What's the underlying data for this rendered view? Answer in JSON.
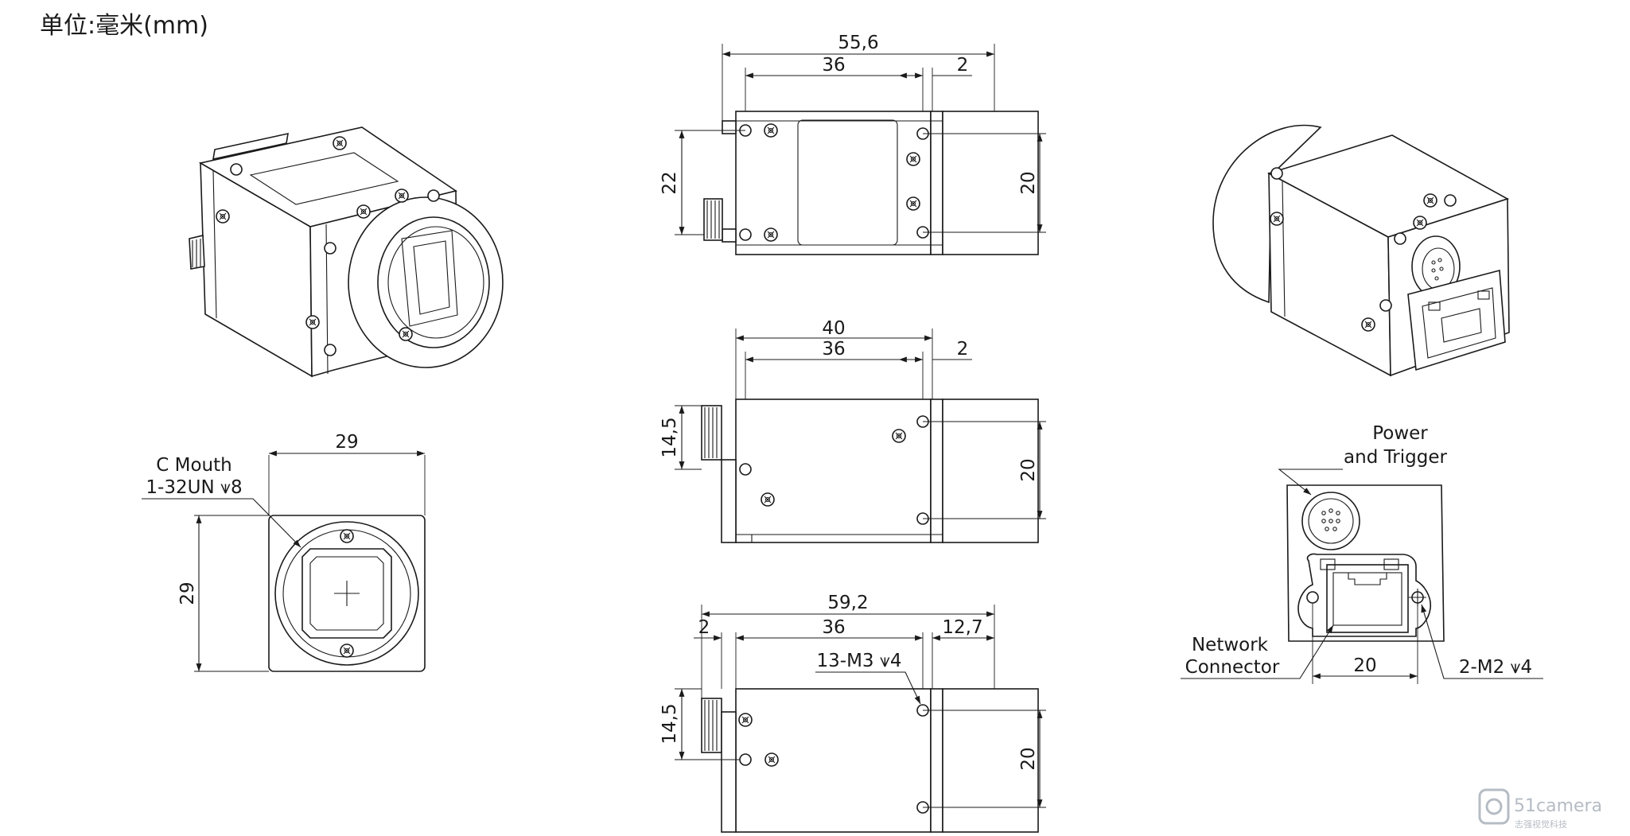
{
  "unit_label": "单位:毫米(mm)",
  "callouts": {
    "c_mouth_line1": "C Mouth",
    "c_mouth_line2": "1-32UN ⩛8",
    "power_line1": "Power",
    "power_line2": "and Trigger",
    "network_line1": "Network",
    "network_line2": "Connector",
    "m2_holes": "2-M2 ⩛4",
    "m3_holes": "13-M3 ⩛4"
  },
  "dimensions": {
    "top_overall": "55,6",
    "top_body": "36",
    "top_flange": "2",
    "top_left_height": "22",
    "top_right_height": "20",
    "mid_overall": "40",
    "mid_body": "36",
    "mid_flange": "2",
    "mid_left_height": "14,5",
    "mid_right_height": "20",
    "bot_overall": "59,2",
    "bot_left_offset": "2",
    "bot_body": "36",
    "bot_lens": "12,7",
    "bot_left_height": "14,5",
    "bot_right_height": "20",
    "front_width": "29",
    "front_height": "29",
    "rear_hole_spacing": "20"
  },
  "watermark": {
    "brand": "51camera",
    "sub": "志强视觉科技"
  }
}
